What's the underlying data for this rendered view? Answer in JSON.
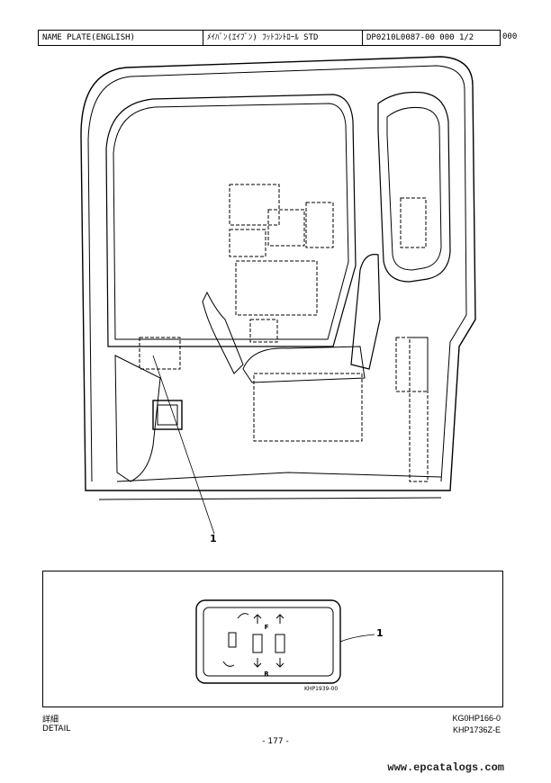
{
  "header": {
    "title": "NAME PLATE(ENGLISH)",
    "jp_title": "ﾒｲﾊﾞﾝ(ｴｲﾌﾞﾝ) ﾌｯﾄｺﾝﾄﾛｰﾙ STD",
    "drawing_no": "DP0210L0087-00  000  1/2",
    "extra": "000"
  },
  "main_callout": "1",
  "detail": {
    "callout": "1",
    "plate_code": "KHP1939-00",
    "labels": {
      "forward": "F",
      "reverse": "R"
    }
  },
  "footer": {
    "detail_jp": "詳細",
    "detail_en": "DETAIL",
    "ref1": "KG0HP166-0",
    "ref2": "KHP1736Z-E",
    "page": "- 177 -",
    "watermark": "www.epcatalogs.com"
  }
}
